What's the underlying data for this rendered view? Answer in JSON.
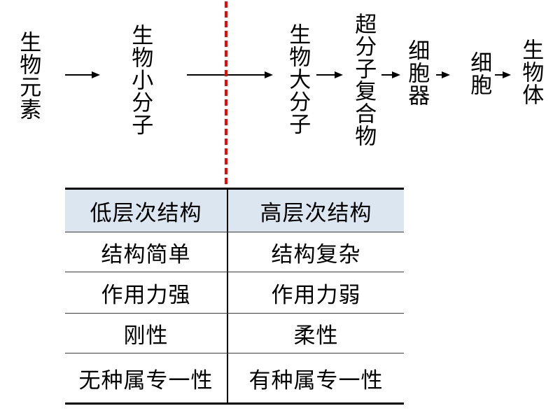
{
  "flow": {
    "nodes": [
      {
        "id": "bio-elements",
        "label": "生物元素"
      },
      {
        "id": "bio-small-molecules",
        "label": "生物小分子"
      },
      {
        "id": "bio-macromolecules",
        "label": "生物大分子"
      },
      {
        "id": "supramolecular-complex",
        "label": "超分子复合物"
      },
      {
        "id": "organelle",
        "label": "细胞器"
      },
      {
        "id": "cell",
        "label": "细胞"
      },
      {
        "id": "organism",
        "label": "生物体"
      }
    ]
  },
  "table": {
    "header": [
      "低层次结构",
      "高层次结构"
    ],
    "rows": [
      [
        "结构简单",
        "结构复杂"
      ],
      [
        "作用力强",
        "作用力弱"
      ],
      [
        "刚性",
        "柔性"
      ],
      [
        "无种属专一性",
        "有种属专一性"
      ]
    ]
  },
  "colors": {
    "divider_line": "#ff0000",
    "table_header_bg": "#dce6f1",
    "text": "#000000"
  }
}
